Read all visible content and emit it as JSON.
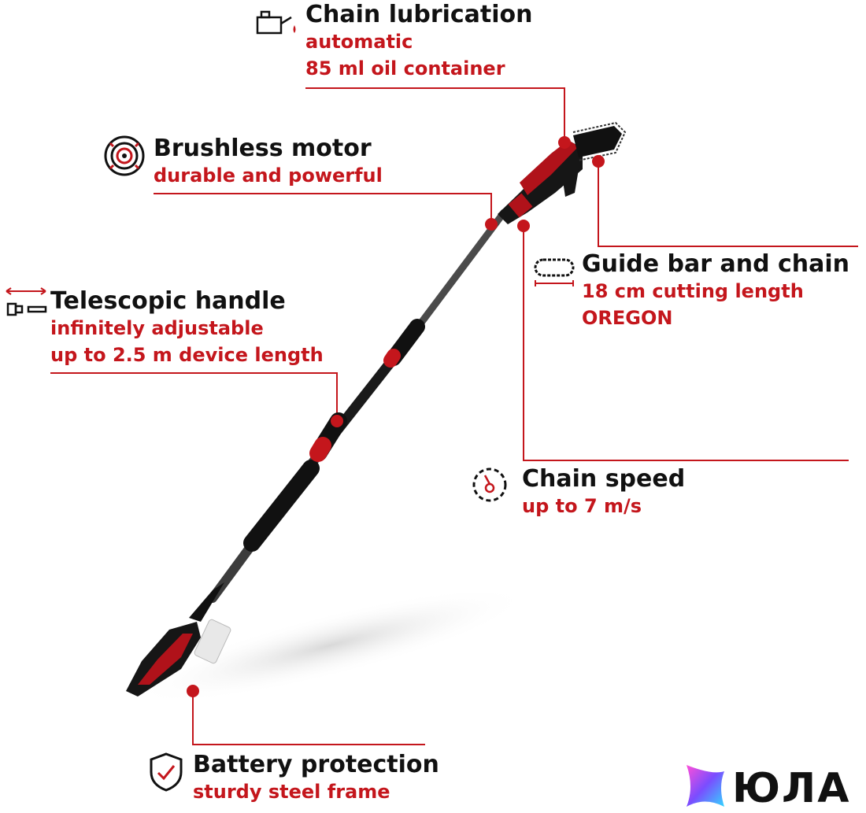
{
  "colors": {
    "accent": "#c4161c",
    "dark": "#111111",
    "body_red": "#b0121a",
    "black_parts": "#161616"
  },
  "features": [
    {
      "id": "chain-lubrication",
      "icon": "oil-can-icon",
      "title": "Chain lubrication",
      "lines": [
        "automatic",
        "85 ml oil container"
      ]
    },
    {
      "id": "brushless-motor",
      "icon": "motor-icon",
      "title": "Brushless motor",
      "lines": [
        "durable and powerful"
      ]
    },
    {
      "id": "guide-bar-and-chain",
      "icon": "chain-bar-icon",
      "title": "Guide bar and chain",
      "lines": [
        "18 cm cutting length",
        "OREGON"
      ]
    },
    {
      "id": "telescopic-handle",
      "icon": "telescopic-icon",
      "title": "Telescopic handle",
      "lines": [
        "infinitely adjustable",
        "up to 2.5 m device length"
      ]
    },
    {
      "id": "chain-speed",
      "icon": "speedometer-icon",
      "title": "Chain speed",
      "lines": [
        "up to 7 m/s"
      ]
    },
    {
      "id": "battery-protection",
      "icon": "shield-check-icon",
      "title": "Battery protection",
      "lines": [
        "sturdy steel frame"
      ]
    }
  ],
  "watermark": {
    "text": "ЮЛА",
    "icon": "yula-star-logo-icon"
  }
}
